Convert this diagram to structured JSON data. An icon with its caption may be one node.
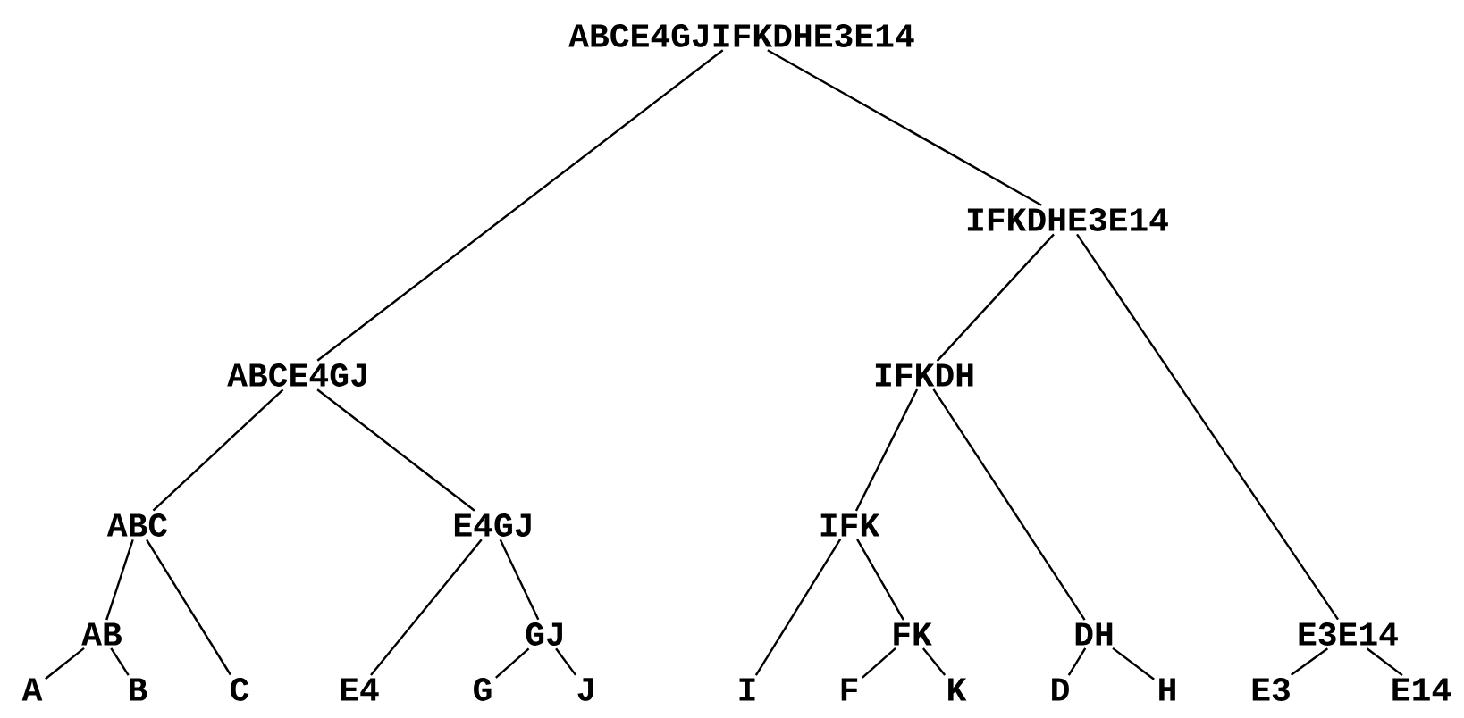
{
  "diagram": {
    "nodes": [
      {
        "text": [
          "ABCE4GJIFKDHE3E14"
        ]
      },
      {
        "text": [
          "IFKDHE3E14"
        ]
      },
      {
        "text": [
          "ABCE4GJ"
        ]
      },
      {
        "text": [
          "IFKDH"
        ]
      },
      {
        "text": [
          "ABC"
        ]
      },
      {
        "text": [
          "E4GJ"
        ]
      },
      {
        "text": [
          "IFK"
        ]
      },
      {
        "text": [
          "AB"
        ]
      },
      {
        "text": [
          "GJ"
        ]
      },
      {
        "text": [
          "FK"
        ]
      },
      {
        "text": [
          "DH"
        ]
      },
      {
        "text": [
          "E3E14"
        ]
      },
      {
        "text": [
          "A"
        ]
      },
      {
        "text": [
          "B"
        ]
      },
      {
        "text": [
          "C"
        ]
      },
      {
        "text": [
          "E4"
        ]
      },
      {
        "text": [
          "G"
        ]
      },
      {
        "text": [
          "J"
        ]
      },
      {
        "text": [
          "I"
        ]
      },
      {
        "text": [
          "F"
        ]
      },
      {
        "text": [
          "K"
        ]
      },
      {
        "text": [
          "D"
        ]
      },
      {
        "text": [
          "H"
        ]
      },
      {
        "text": [
          "E3"
        ]
      },
      {
        "text": [
          "E14"
        ]
      }
    ],
    "edges": [
      {
        "from": 0,
        "to": 2,
        "arrow": "none"
      },
      {
        "from": 0,
        "to": 1,
        "arrow": "none"
      },
      {
        "from": 1,
        "to": 3,
        "arrow": "none"
      },
      {
        "from": 1,
        "to": 11,
        "arrow": "none"
      },
      {
        "from": 2,
        "to": 4,
        "arrow": "none"
      },
      {
        "from": 2,
        "to": 5,
        "arrow": "none"
      },
      {
        "from": 3,
        "to": 6,
        "arrow": "none"
      },
      {
        "from": 3,
        "to": 10,
        "arrow": "none"
      },
      {
        "from": 4,
        "to": 7,
        "arrow": "none"
      },
      {
        "from": 4,
        "to": 14,
        "arrow": "none"
      },
      {
        "from": 5,
        "to": 15,
        "arrow": "none"
      },
      {
        "from": 5,
        "to": 8,
        "arrow": "none"
      },
      {
        "from": 6,
        "to": 18,
        "arrow": "none"
      },
      {
        "from": 6,
        "to": 9,
        "arrow": "none"
      },
      {
        "from": 7,
        "to": 12,
        "arrow": "none"
      },
      {
        "from": 7,
        "to": 13,
        "arrow": "none"
      },
      {
        "from": 8,
        "to": 16,
        "arrow": "none"
      },
      {
        "from": 8,
        "to": 17,
        "arrow": "none"
      },
      {
        "from": 9,
        "to": 19,
        "arrow": "none"
      },
      {
        "from": 9,
        "to": 20,
        "arrow": "none"
      },
      {
        "from": 10,
        "to": 21,
        "arrow": "none"
      },
      {
        "from": 10,
        "to": 22,
        "arrow": "none"
      },
      {
        "from": 11,
        "to": 23,
        "arrow": "none"
      },
      {
        "from": 11,
        "to": 24,
        "arrow": "none"
      }
    ]
  }
}
